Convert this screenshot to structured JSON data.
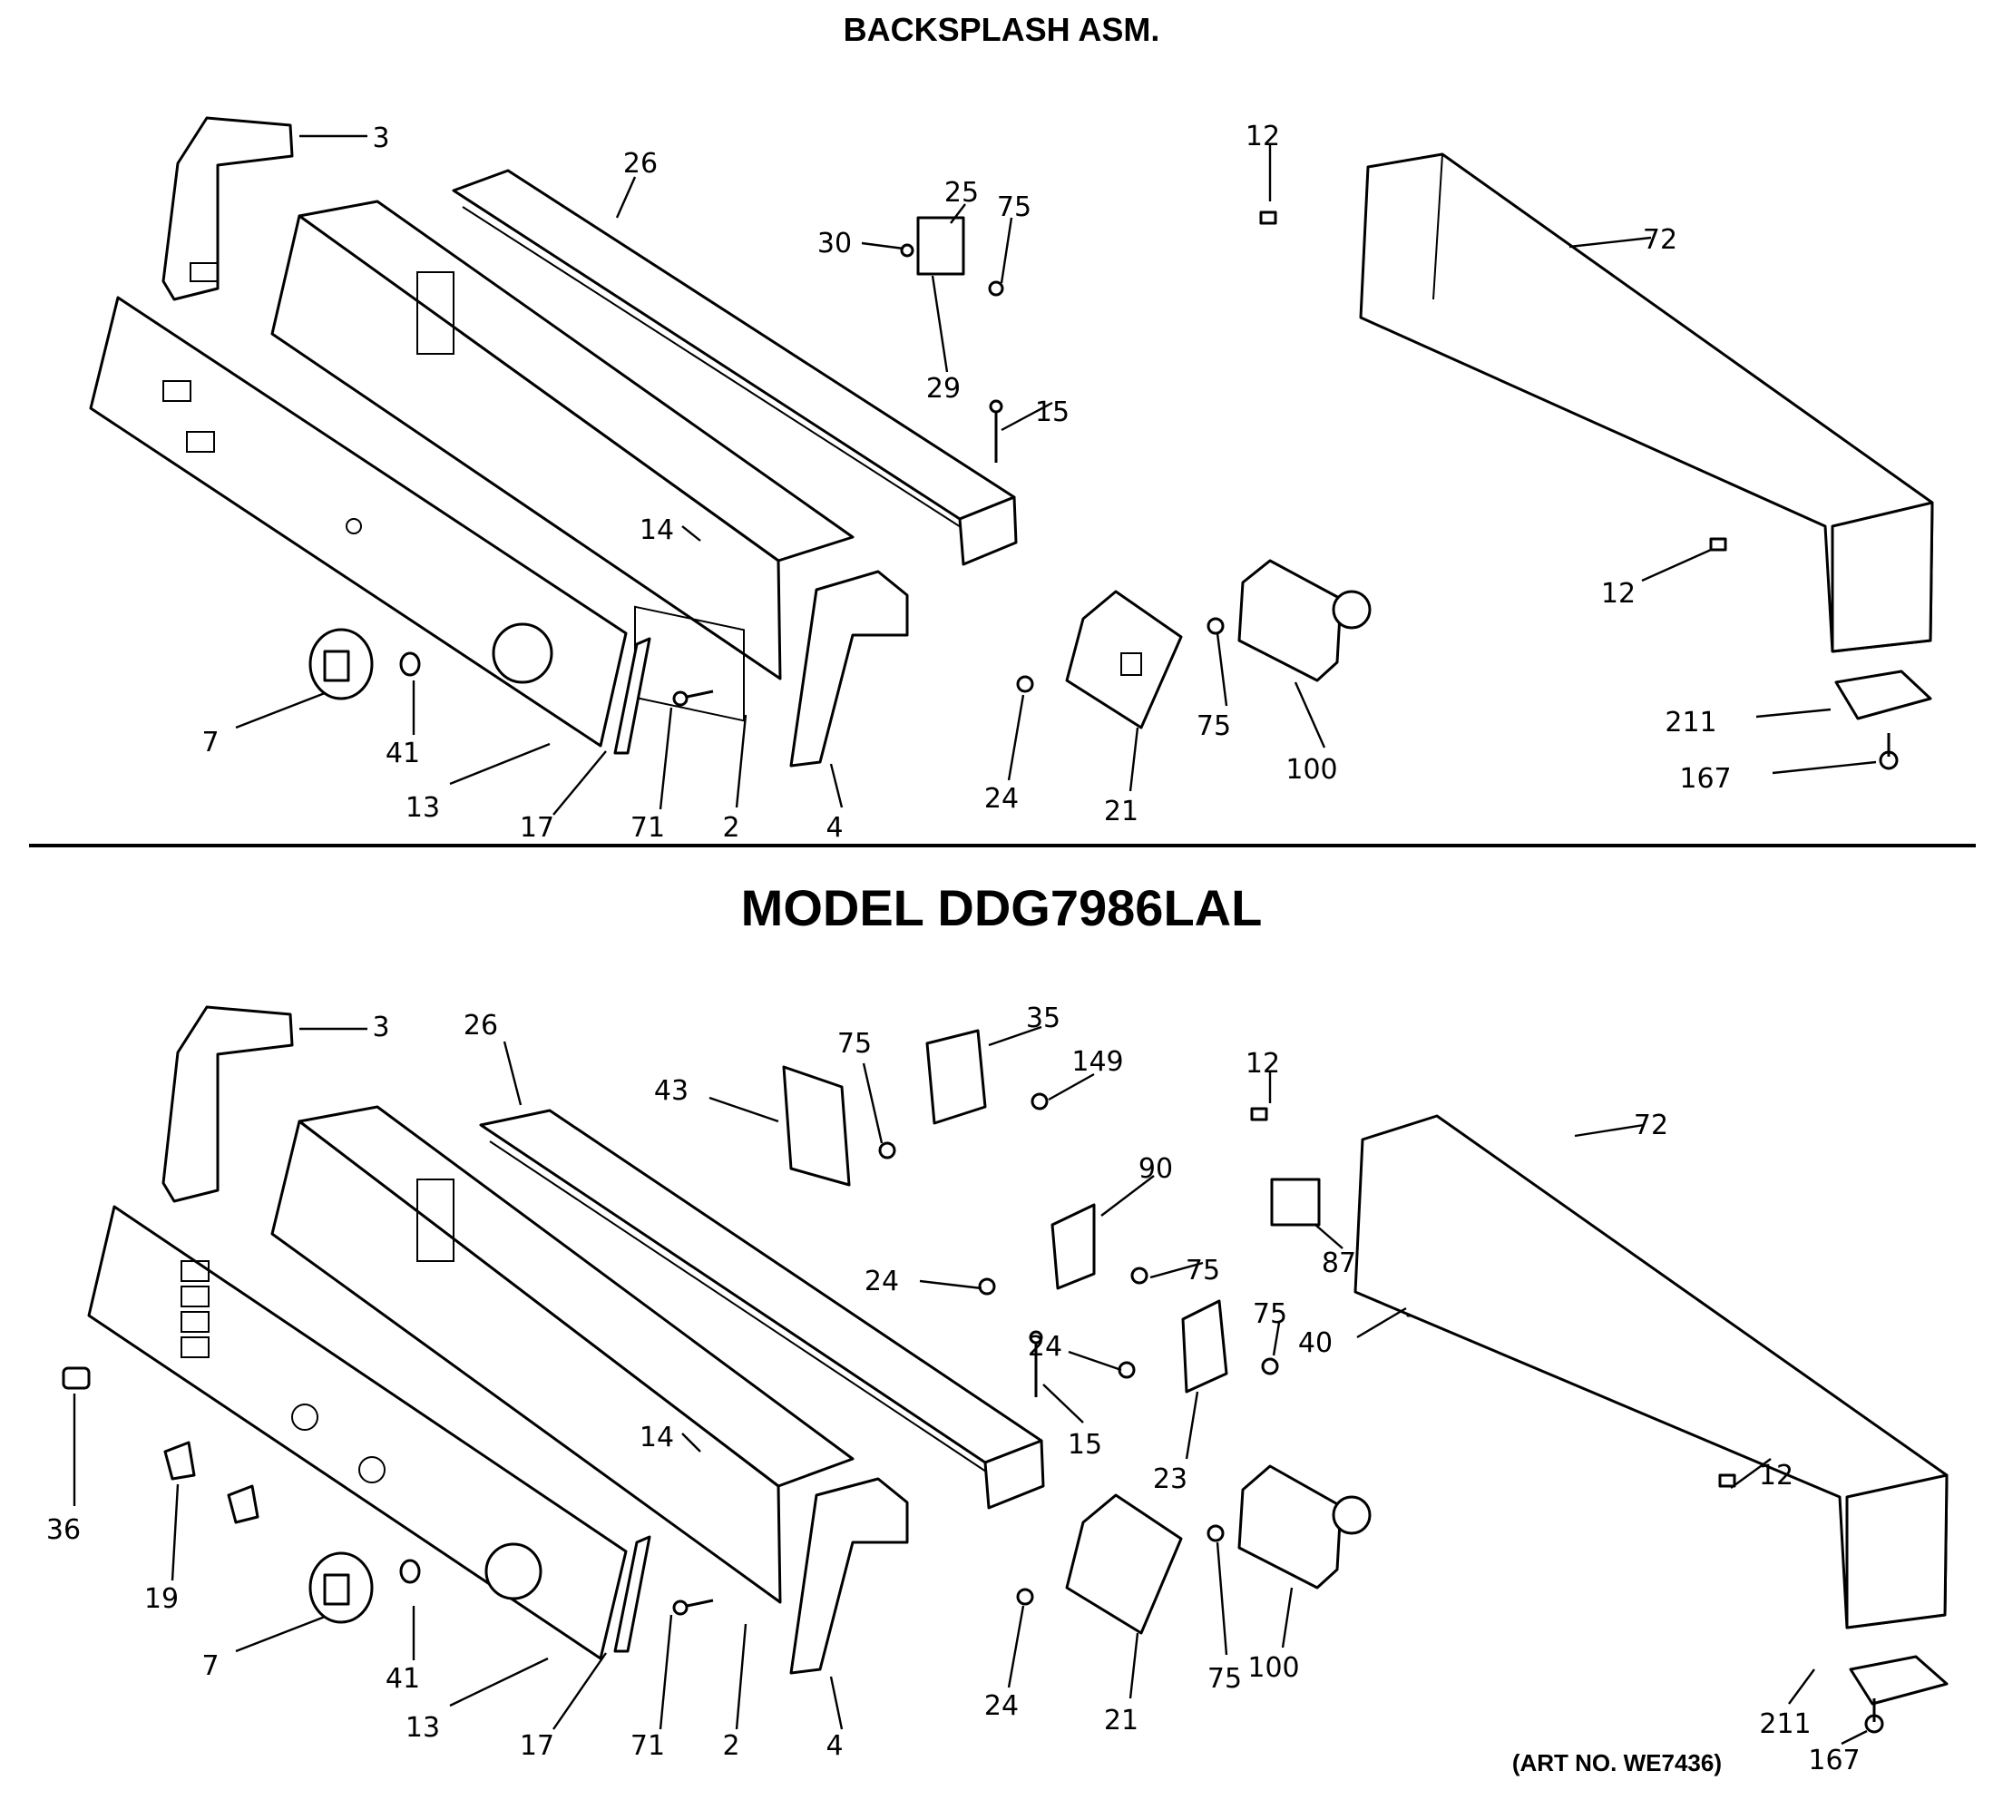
{
  "titles": {
    "top": "BACKSPLASH ASM.",
    "model": "MODEL  DDG7986LAL",
    "art_number": "(ART NO. WE7436)"
  },
  "diagram_top": {
    "callouts": [
      "3",
      "26",
      "25",
      "75",
      "30",
      "29",
      "15",
      "12",
      "72",
      "14",
      "12",
      "7",
      "41",
      "13",
      "17",
      "71",
      "2",
      "4",
      "24",
      "21",
      "75",
      "100",
      "211",
      "167"
    ]
  },
  "diagram_bottom": {
    "callouts": [
      "3",
      "26",
      "75",
      "35",
      "149",
      "12",
      "72",
      "43",
      "90",
      "24",
      "75",
      "87",
      "24",
      "75",
      "40",
      "15",
      "23",
      "14",
      "36",
      "19",
      "12",
      "7",
      "41",
      "13",
      "17",
      "71",
      "2",
      "4",
      "24",
      "21",
      "75",
      "100",
      "211",
      "167"
    ]
  }
}
